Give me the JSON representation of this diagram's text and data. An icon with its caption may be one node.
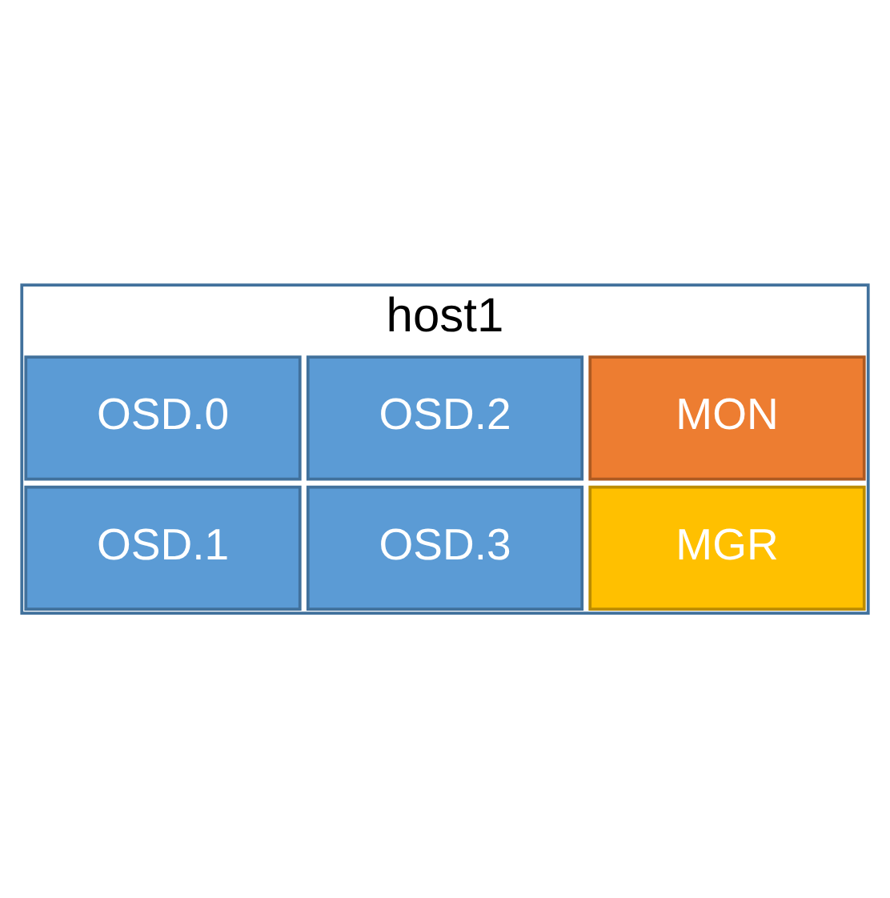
{
  "diagram": {
    "nodes": [
      {
        "text": [
          "host1"
        ]
      },
      {
        "text": [
          "OSD.0"
        ],
        "in": 0
      },
      {
        "text": [
          "OSD.1"
        ],
        "in": 0
      },
      {
        "text": [
          "OSD.2"
        ],
        "in": 0
      },
      {
        "text": [
          "OSD.3"
        ],
        "in": 0
      },
      {
        "text": [
          "MON"
        ],
        "in": 0
      },
      {
        "text": [
          "MGR"
        ],
        "in": 0
      }
    ],
    "edges": []
  }
}
